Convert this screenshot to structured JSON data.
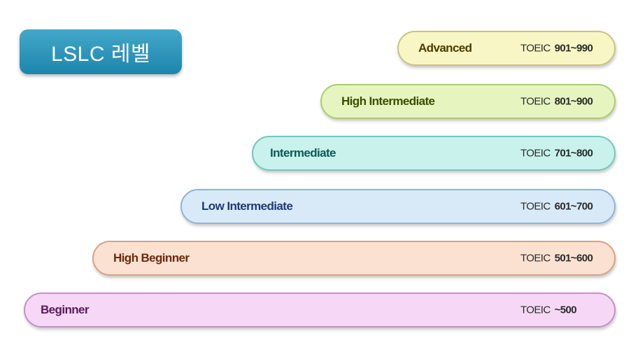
{
  "badge": {
    "title": "LSLC 레벨"
  },
  "levels": [
    {
      "name": "Advanced",
      "prefix": "TOEIC",
      "range": "901~990",
      "fill": "#f8f6c4",
      "border": "#c9c283",
      "text": "#4a3b00"
    },
    {
      "name": "High Intermediate",
      "prefix": "TOEIC",
      "range": "801~900",
      "fill": "#e6f5c0",
      "border": "#a9cd6b",
      "text": "#3a4d00"
    },
    {
      "name": "Intermediate",
      "prefix": "TOEIC",
      "range": "701~800",
      "fill": "#c9f2ec",
      "border": "#73c7bb",
      "text": "#0b5a54"
    },
    {
      "name": "Low Intermediate",
      "prefix": "TOEIC",
      "range": "601~700",
      "fill": "#d8e9f8",
      "border": "#8fb4d8",
      "text": "#1f3b70"
    },
    {
      "name": "High Beginner",
      "prefix": "TOEIC",
      "range": "501~600",
      "fill": "#fbe1d2",
      "border": "#d9a182",
      "text": "#6a2a0a"
    },
    {
      "name": "Beginner",
      "prefix": "TOEIC",
      "range": "~500",
      "fill": "#f6d8f6",
      "border": "#c98dc9",
      "text": "#5a1a5a"
    }
  ]
}
